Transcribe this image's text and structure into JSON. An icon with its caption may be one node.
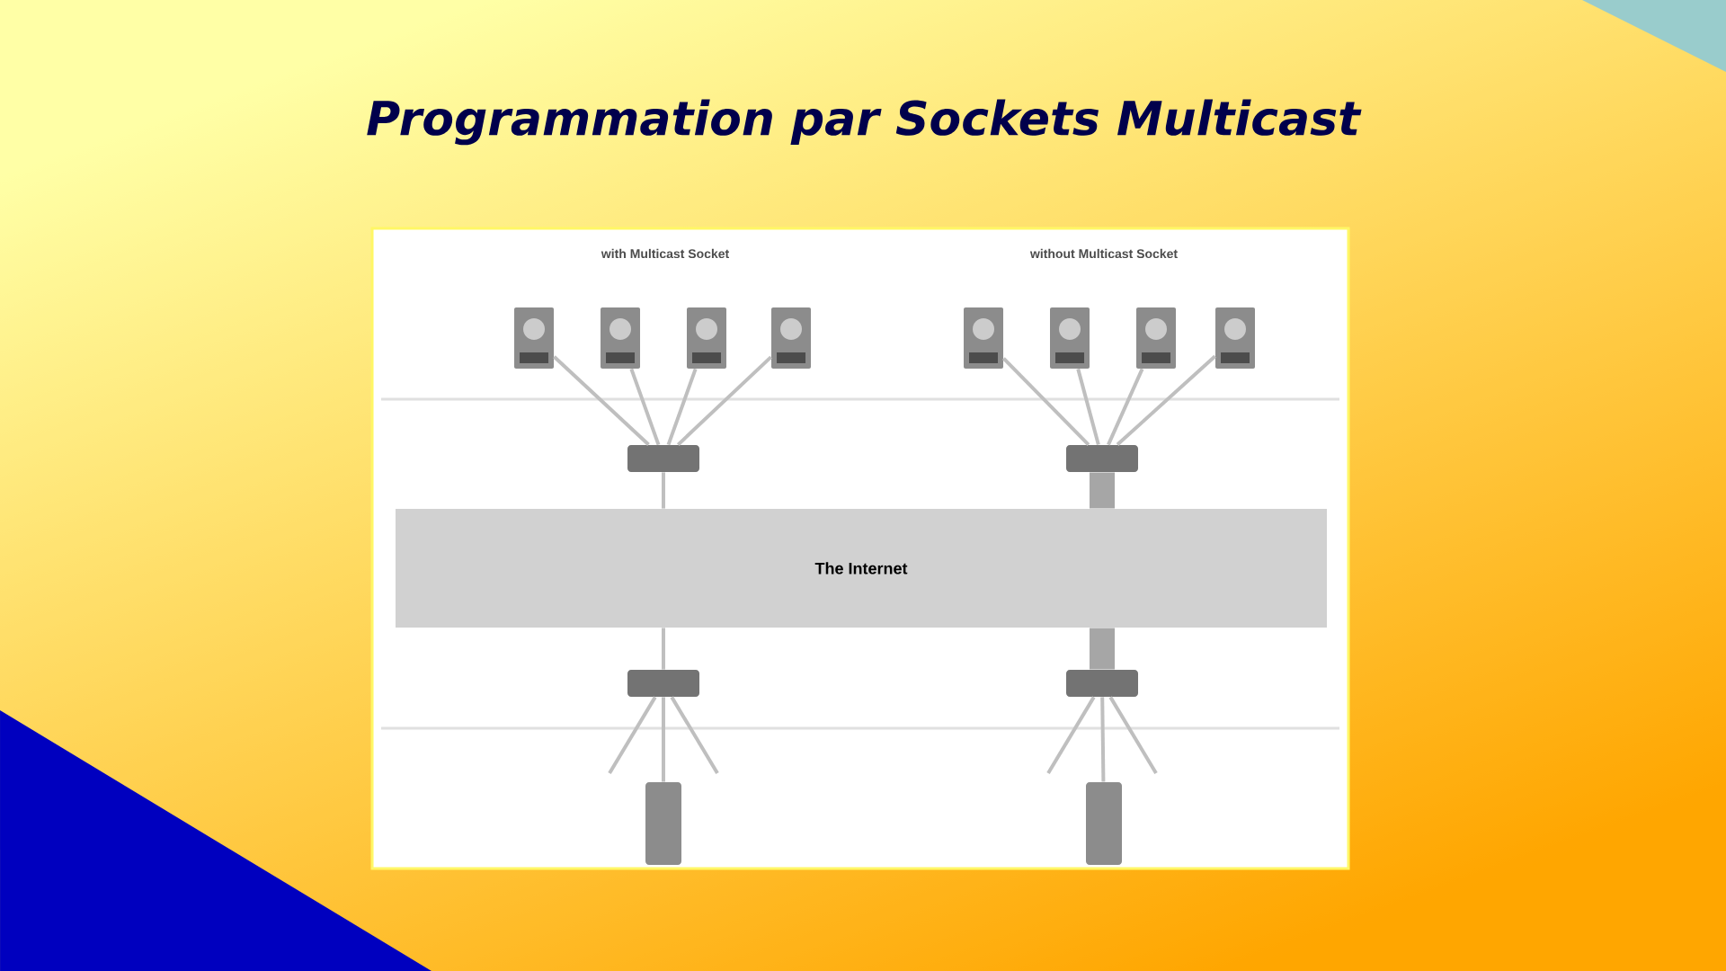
{
  "diagram": {
    "title": "Programmation par Sockets Multicast",
    "nodes": [
      {
        "text": [
          "The Internet"
        ]
      },
      {
        "text": [],
        "shape": "computer"
      },
      {
        "text": [],
        "shape": "computer"
      },
      {
        "text": [],
        "shape": "computer"
      },
      {
        "text": [],
        "shape": "computer"
      },
      {
        "text": [],
        "shape": "computer"
      },
      {
        "text": [],
        "shape": "computer"
      },
      {
        "text": [],
        "shape": "computer"
      },
      {
        "text": [],
        "shape": "computer"
      },
      {
        "text": [],
        "shape": "box"
      },
      {
        "text": [],
        "shape": "box"
      },
      {
        "text": [],
        "shape": "box"
      },
      {
        "text": [],
        "shape": "box"
      },
      {
        "text": [],
        "shape": "bar"
      },
      {
        "text": [],
        "shape": "bar"
      }
    ],
    "edges": [
      {
        "from": 1,
        "to": 9,
        "arrow": "none"
      },
      {
        "from": 2,
        "to": 9,
        "arrow": "none"
      },
      {
        "from": 3,
        "to": 9,
        "arrow": "none"
      },
      {
        "from": 4,
        "to": 9,
        "arrow": "none"
      },
      {
        "from": 5,
        "to": 10,
        "arrow": "none"
      },
      {
        "from": 6,
        "to": 10,
        "arrow": "none"
      },
      {
        "from": 7,
        "to": 10,
        "arrow": "none"
      },
      {
        "from": 8,
        "to": 10,
        "arrow": "none"
      },
      {
        "from": 9,
        "to": 0,
        "arrow": "none"
      },
      {
        "from": 0,
        "to": 11,
        "arrow": "none"
      },
      {
        "from": 10,
        "to": 0,
        "arrow": "none",
        "style": "thick"
      },
      {
        "from": 0,
        "to": 12,
        "arrow": "none",
        "style": "thick"
      },
      {
        "from": 11,
        "to": 13,
        "arrow": "none"
      },
      {
        "from": 11,
        "to": null,
        "arrow": "none"
      },
      {
        "from": 11,
        "to": null,
        "arrow": "none"
      },
      {
        "from": 12,
        "to": 14,
        "arrow": "none"
      },
      {
        "from": 12,
        "to": null,
        "arrow": "none"
      },
      {
        "from": 12,
        "to": null,
        "arrow": "none"
      }
    ],
    "labels": [
      "with Multicast Socket",
      "without Multicast Socket"
    ]
  }
}
